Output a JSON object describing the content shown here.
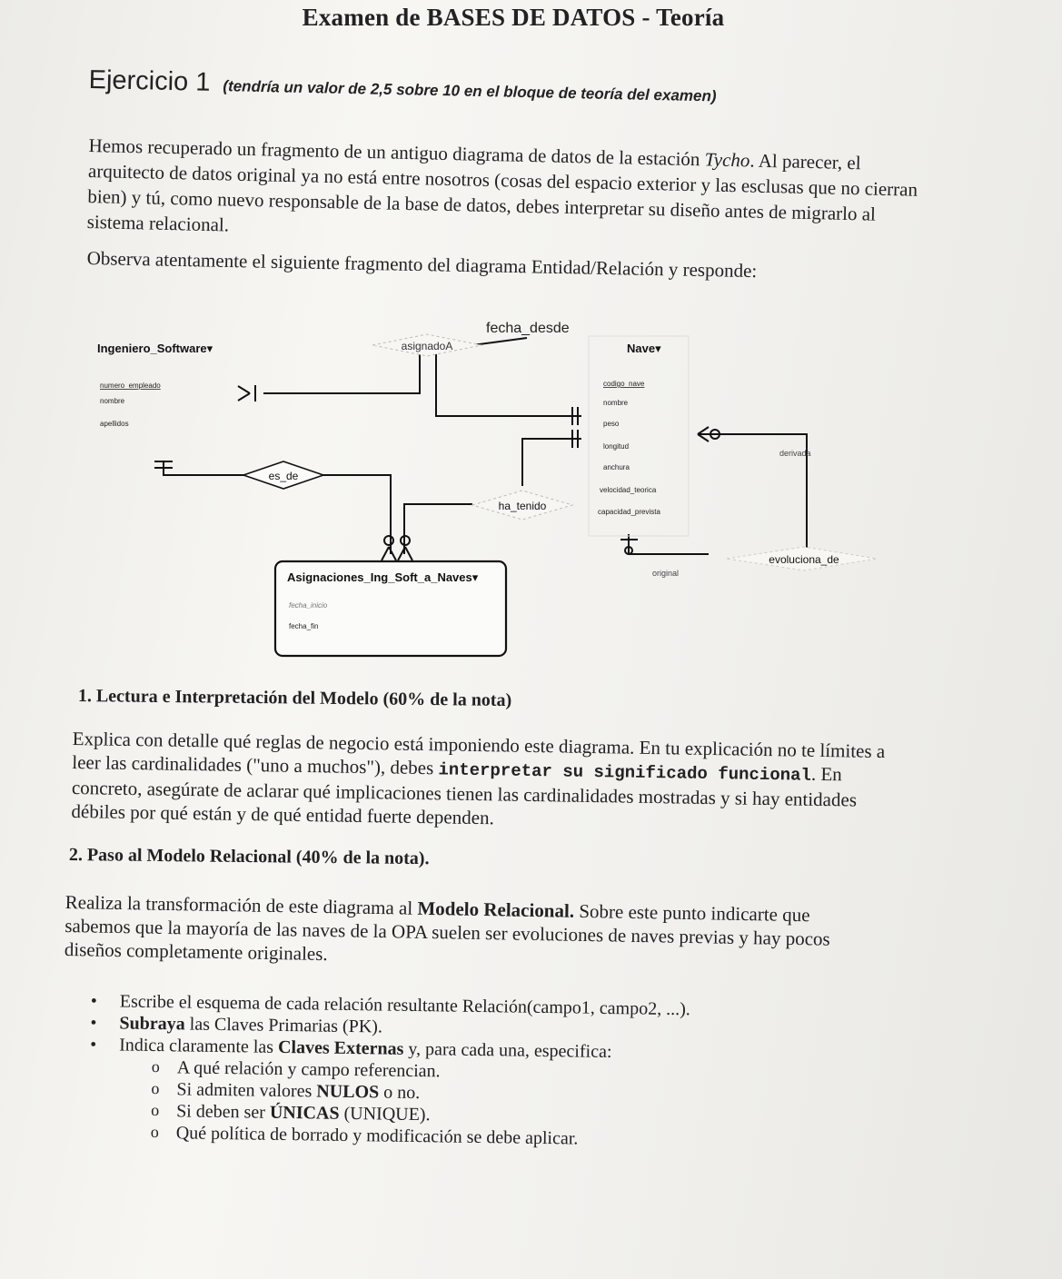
{
  "document": {
    "title": "Examen de BASES DE DATOS - Teoría",
    "exercise_title": "Ejercicio 1",
    "exercise_note": "(tendría un valor de 2,5 sobre 10 en el bloque de teoría del examen)",
    "intro": {
      "part1": "Hemos recuperado un fragmento de un antiguo diagrama de datos de la estación ",
      "station": "Tycho",
      "part2": ". Al parecer, el arquitecto de datos original ya no está entre nosotros (cosas del espacio exterior y las esclusas que no cierran bien) y tú, como nuevo responsable de la base de datos, debes interpretar su diseño antes de migrarlo al sistema relacional."
    },
    "observe": "Observa atentamente el siguiente fragmento del diagrama Entidad/Relación y responde:",
    "section1": {
      "heading": "1. Lectura e Interpretación del Modelo (60% de la nota)",
      "text_a": "Explica con detalle qué reglas de negocio está imponiendo este diagrama. En tu explicación no te límites a leer las cardinalidades (\"uno a muchos\"), debes ",
      "text_bold": "interpretar su significado funcional",
      "text_b": ". En concreto, asegúrate de aclarar qué implicaciones tienen las cardinalidades mostradas y si hay entidades débiles por qué están y de qué entidad fuerte dependen."
    },
    "section2": {
      "heading": "2. Paso al Modelo Relacional (40% de la nota).",
      "text_a": "Realiza la transformación de este diagrama al ",
      "text_bold": "Modelo Relacional.",
      "text_b": " Sobre este punto indicarte que sabemos que la mayoría de las naves de la OPA suelen ser evoluciones de naves previas y hay pocos diseños completamente originales."
    },
    "bullets": [
      {
        "a": "Escribe el esquema de cada relación resultante Relación(campo1, campo2, ...).",
        "bold": "",
        "b": ""
      },
      {
        "a": "",
        "bold": "Subraya",
        "b": " las Claves Primarias (PK)."
      },
      {
        "a": "Indica claramente las ",
        "bold": "Claves Externas",
        "b": " y, para cada una, especifica:"
      }
    ],
    "sub_bullets": [
      {
        "a": "A qué relación y campo referencian.",
        "bold": "",
        "b": ""
      },
      {
        "a": "Si admiten valores ",
        "bold": "NULOS",
        "b": " o no."
      },
      {
        "a": "Si deben ser ",
        "bold": "ÚNICAS",
        "b": " (UNIQUE)."
      },
      {
        "a": "Qué política de borrado y modificación se debe aplicar.",
        "bold": "",
        "b": ""
      }
    ]
  },
  "diagram": {
    "entities": {
      "ingeniero": {
        "name": "Ingeniero_Software",
        "attrs": [
          "numero_empleado",
          "nombre",
          "apellidos"
        ]
      },
      "nave": {
        "name": "Nave",
        "attrs": [
          "codigo_nave",
          "nombre",
          "peso",
          "longitud",
          "anchura",
          "velocidad_teorica",
          "capacidad_prevista"
        ]
      },
      "asignaciones": {
        "name": "Asignaciones_Ing_Soft_a_Naves",
        "attrs": [
          "fecha_inicio",
          "fecha_fin"
        ]
      }
    },
    "relationships": {
      "asignadoA": "asignadoA",
      "es_de": "es_de",
      "ha_tenido": "ha_tenido",
      "evoluciona_de": "evoluciona_de"
    },
    "attribute_label": "fecha_desde",
    "role_derivada": "derivada",
    "role_original": "original",
    "dropdown_glyph": "▾"
  }
}
